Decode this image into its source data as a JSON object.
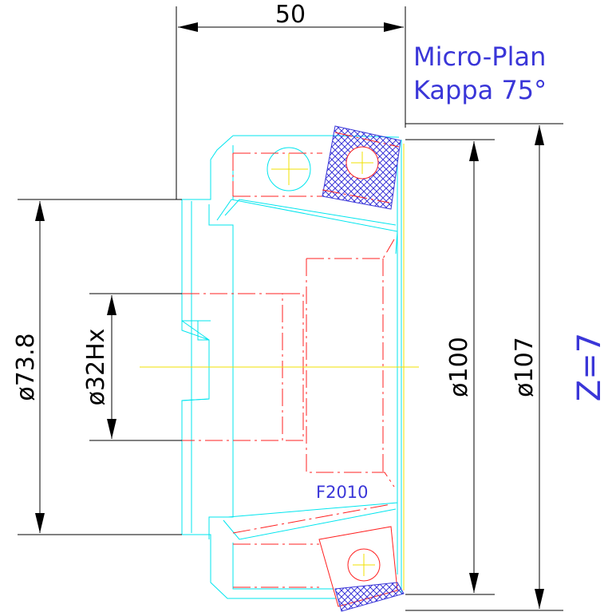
{
  "dimensions": {
    "width_top": "50",
    "dia_73_8": "ø73.8",
    "dia_32hx": "ø32Hx",
    "dia_100": "ø100",
    "dia_107": "ø107"
  },
  "labels": {
    "brand_line1": "Micro-Plan",
    "brand_line2": "Kappa 75°",
    "teeth": "Z=7",
    "code": "F2010"
  },
  "colors": {
    "dimension": "#000000",
    "body_outline": "#00e5ee",
    "hidden_lines": "#ff2020",
    "center_lines": "#f0e000",
    "inserts_text": "#3a36d8"
  }
}
